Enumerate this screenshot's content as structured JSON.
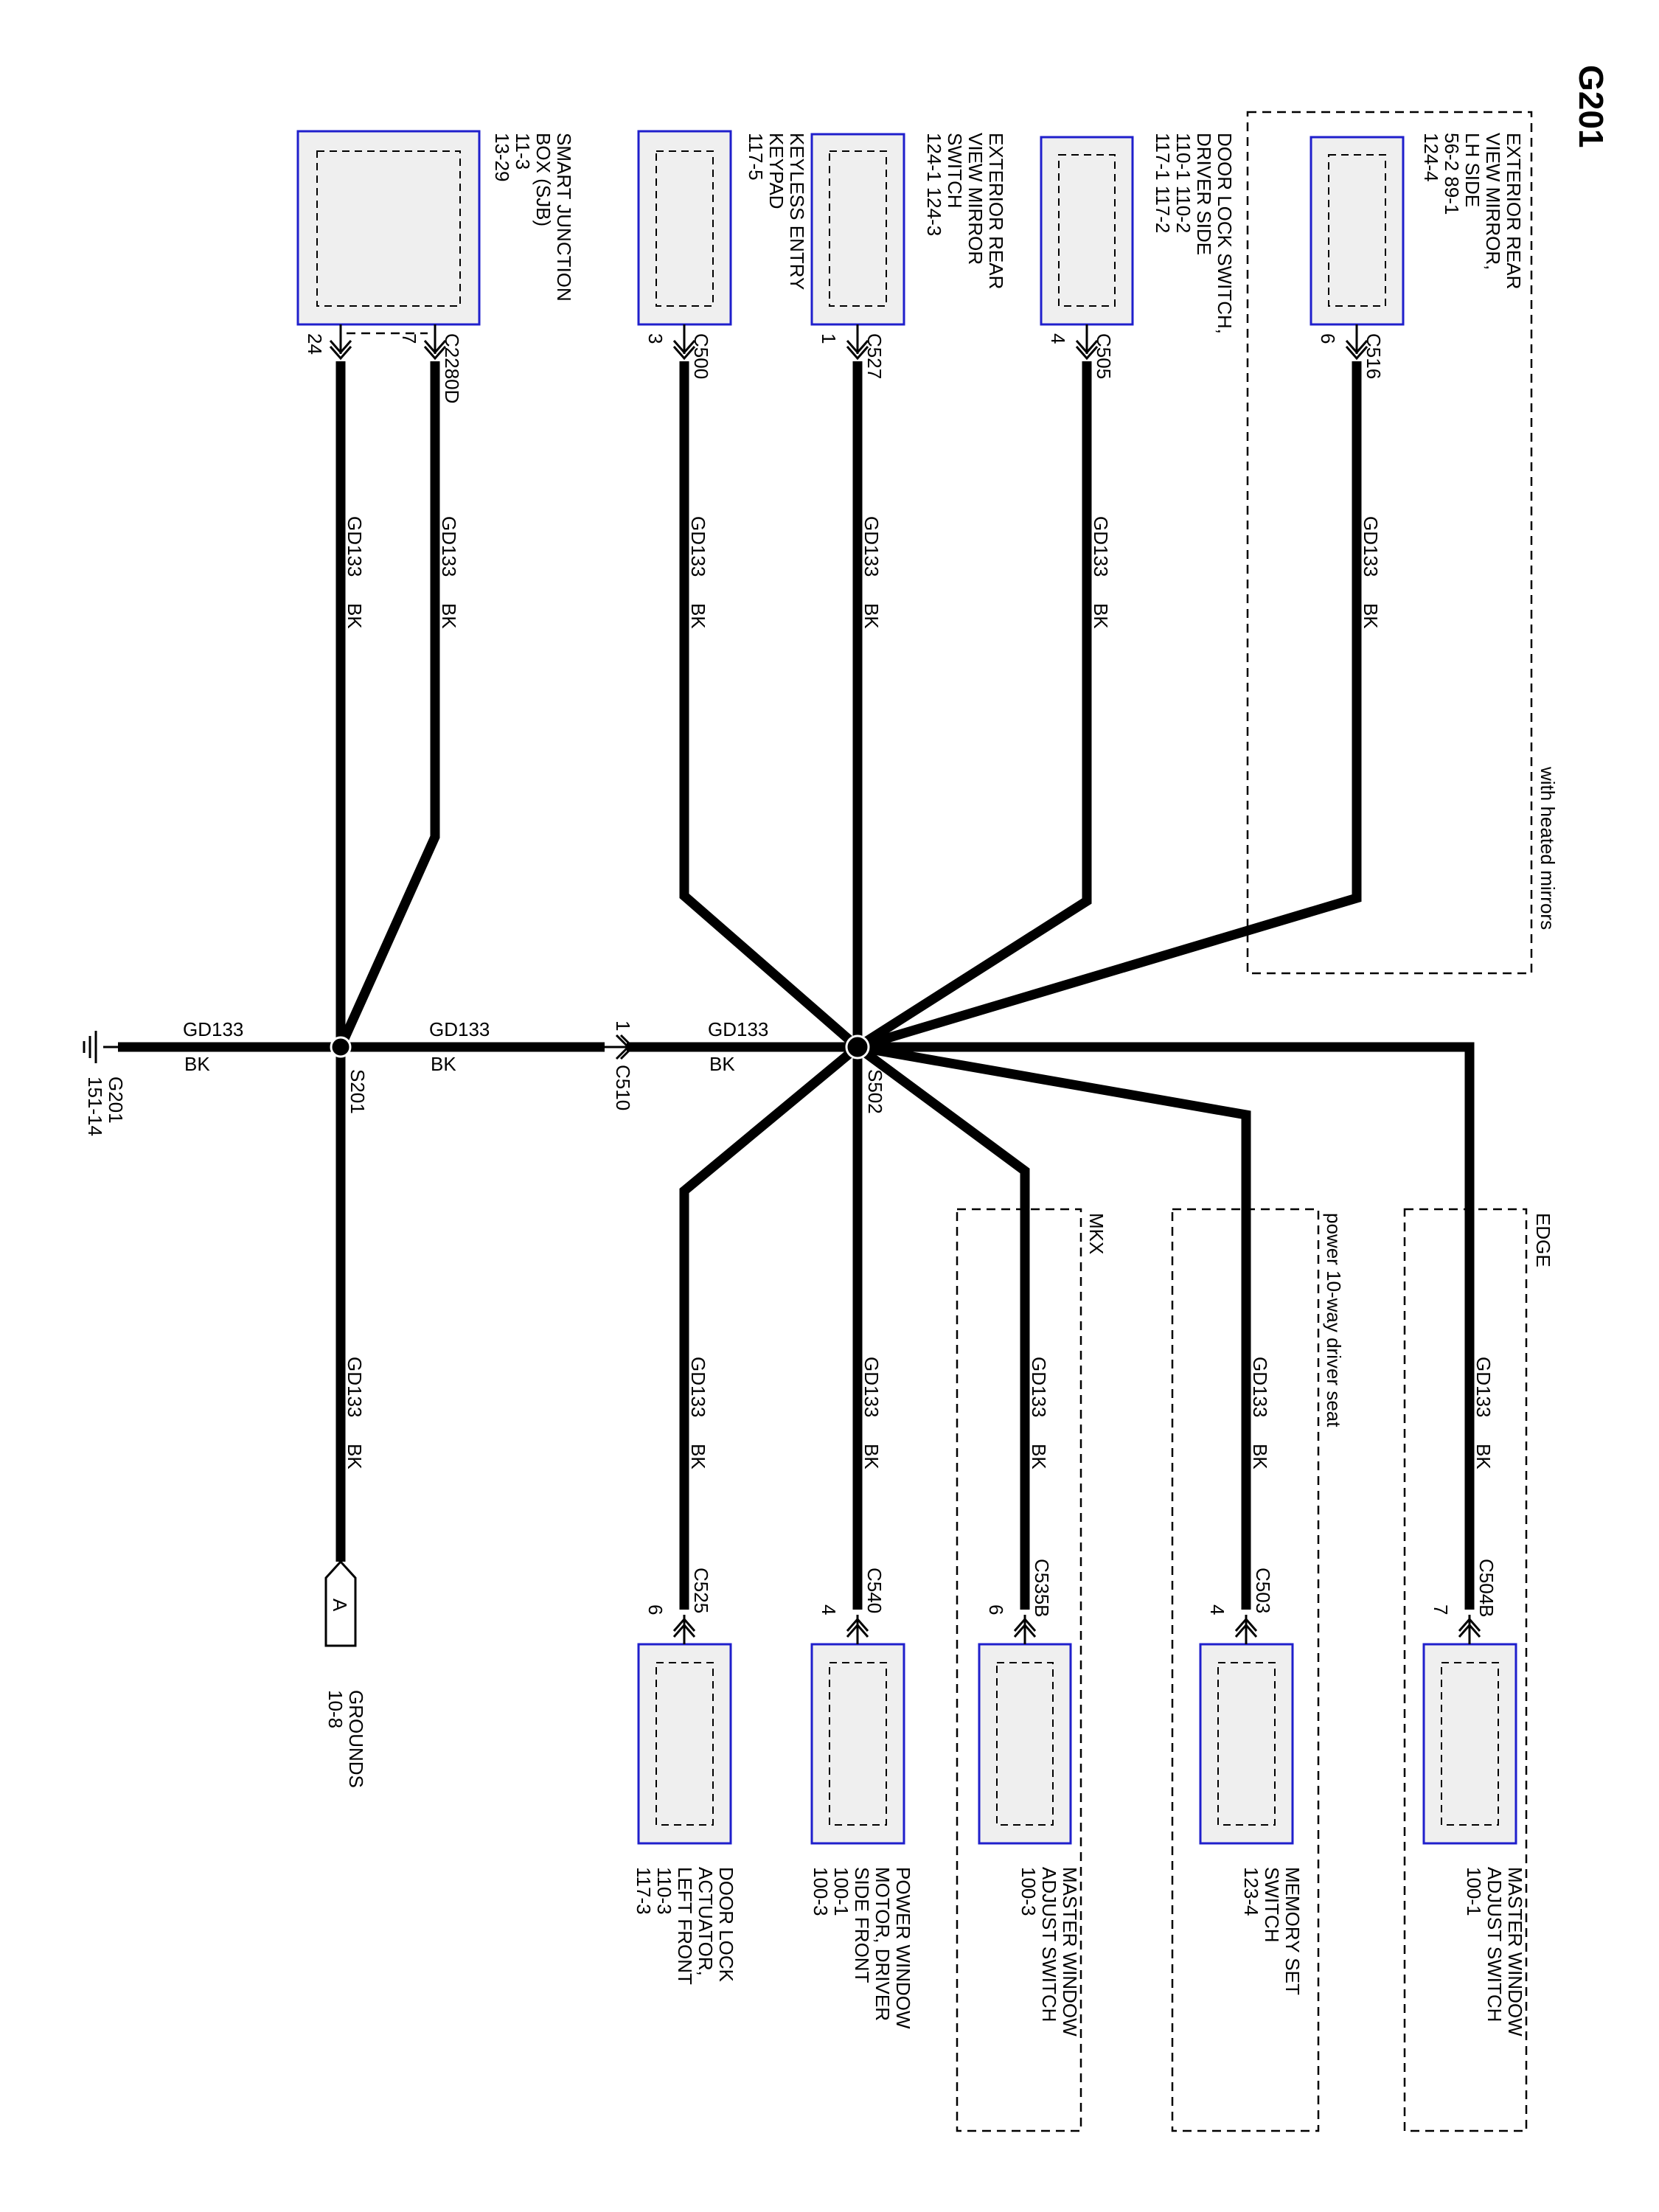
{
  "title": "G201",
  "wire": {
    "code": "GD133",
    "color": "BK"
  },
  "regions": {
    "heated_mirrors": "with heated mirrors",
    "edge": "EDGE",
    "power_seat": "power 10-way driver seat",
    "mkx": "MKX"
  },
  "splices": {
    "s201": "S201",
    "s502": "S502"
  },
  "inline_connector": {
    "name": "C510",
    "pin": "1"
  },
  "ground": {
    "name": "G201",
    "ref": "151-14"
  },
  "offpage": {
    "letter": "A",
    "label": "GROUNDS",
    "ref": "10-8"
  },
  "components": {
    "mirror": {
      "lines": [
        "EXTERIOR REAR",
        "VIEW MIRROR,",
        "LH SIDE",
        "56-2       89-1",
        "124-4"
      ],
      "connector": "C516",
      "pin": "6"
    },
    "doorlock_switch": {
      "lines": [
        "DOOR LOCK SWITCH,",
        "DRIVER SIDE",
        "110-1    110-2",
        "117-1    117-2"
      ],
      "connector": "C505",
      "pin": "4"
    },
    "mirror_switch": {
      "lines": [
        "EXTERIOR REAR",
        "VIEW MIRROR",
        "SWITCH",
        "124-1       124-3"
      ],
      "connector": "C527",
      "pin": "1"
    },
    "keypad": {
      "lines": [
        "KEYLESS ENTRY",
        "KEYPAD",
        "117-5"
      ],
      "connector": "C500",
      "pin": "3"
    },
    "sjb": {
      "lines": [
        "SMART JUNCTION",
        "BOX (SJB)",
        "11-3",
        "13-29"
      ],
      "connector": "C2280D",
      "pin_a": "24",
      "pin_b": "7"
    },
    "mwas_edge": {
      "lines": [
        "MASTER WINDOW",
        "ADJUST SWITCH",
        "100-1"
      ],
      "connector": "C504B",
      "pin": "7"
    },
    "memory_switch": {
      "lines": [
        "MEMORY SET",
        "SWITCH",
        "123-4"
      ],
      "connector": "C503",
      "pin": "4"
    },
    "mwas_mkx": {
      "lines": [
        "MASTER WINDOW",
        "ADJUST SWITCH",
        "100-3"
      ],
      "connector": "C535B",
      "pin": "6"
    },
    "window_motor": {
      "lines": [
        "POWER WINDOW",
        "MOTOR, DRIVER",
        "SIDE FRONT",
        "100-1",
        "100-3"
      ],
      "connector": "C540",
      "pin": "4"
    },
    "doorlock_actuator": {
      "lines": [
        "DOOR LOCK",
        "ACTUATOR,",
        "LEFT FRONT",
        "110-3",
        "117-3"
      ],
      "connector": "C525",
      "pin": "6"
    }
  }
}
